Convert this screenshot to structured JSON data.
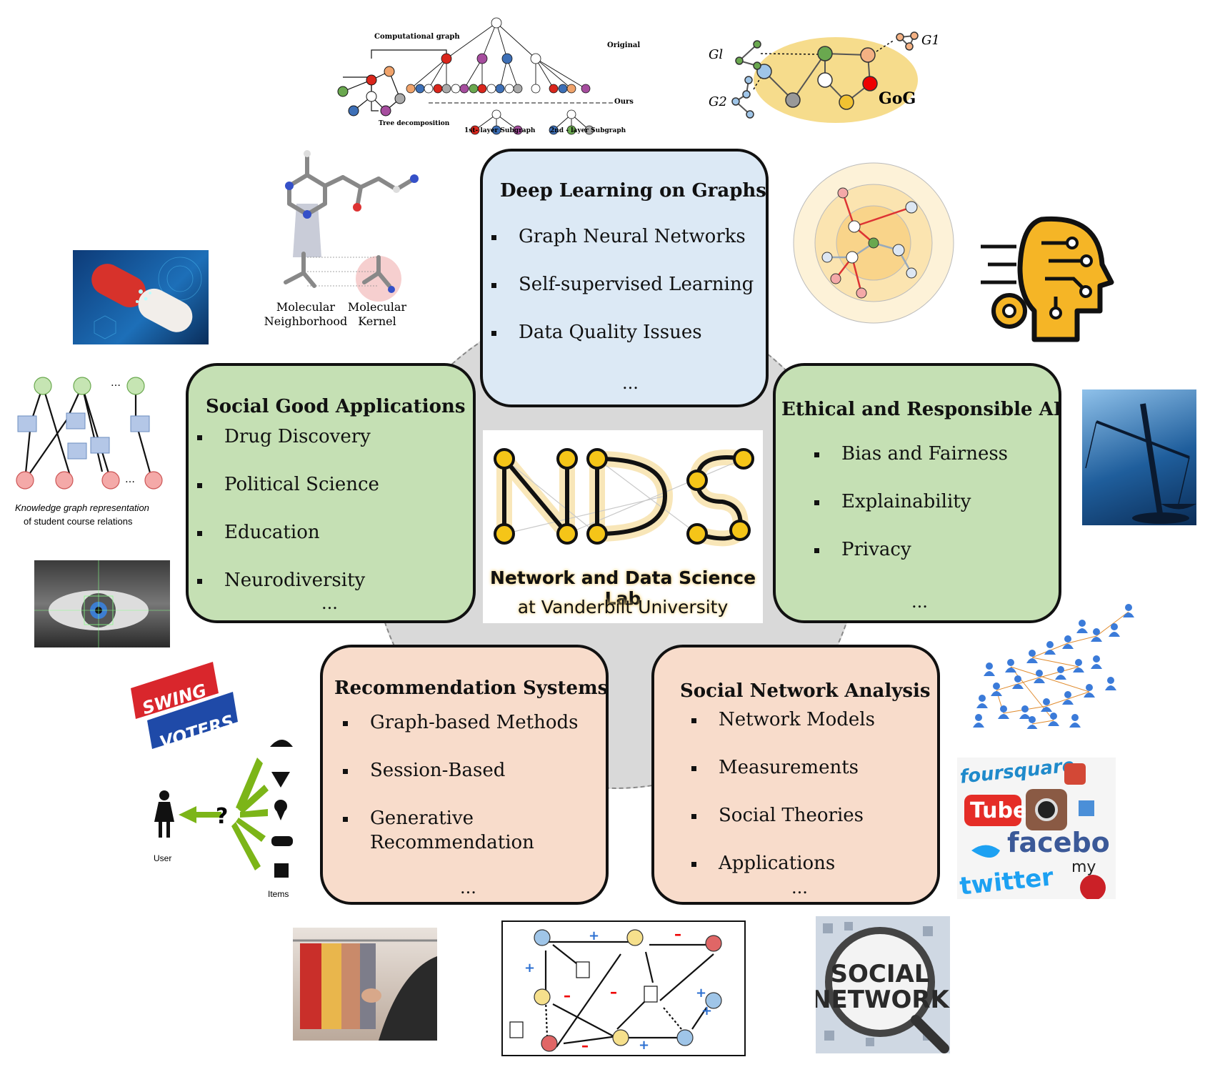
{
  "logo": {
    "letters": "NDS",
    "line1": "Network and Data Science Lab",
    "line2": "at Vanderbilt University"
  },
  "cards": {
    "deep": {
      "title": "Deep Learning on Graphs",
      "items": [
        "Graph Neural Networks",
        "Self-supervised Learning",
        "Data Quality Issues"
      ],
      "more": "..."
    },
    "social_good": {
      "title": "Social Good Applications",
      "items": [
        "Drug Discovery",
        "Political Science",
        "Education",
        "Neurodiversity"
      ],
      "more": "..."
    },
    "ethical": {
      "title": "Ethical and Responsible AI",
      "items": [
        "Bias and Fairness",
        "Explainability",
        "Privacy"
      ],
      "more": "..."
    },
    "recsys": {
      "title": "Recommendation Systems",
      "items": [
        "Graph-based Methods",
        "Session-Based",
        "Generative",
        "Recommendation"
      ],
      "more": "..."
    },
    "sna": {
      "title": "Social Network Analysis",
      "items": [
        "Network Models",
        "Measurements",
        "Social Theories",
        "Applications"
      ],
      "more": "..."
    }
  },
  "figures": {
    "comp_graph": {
      "label_top": "Computational graph",
      "label_original": "Original",
      "label_ours": "Ours",
      "label_tree": "Tree decomposition",
      "label_l1": "1st- layer Subgraph",
      "label_l2": "2nd - layer Subgraph"
    },
    "gog": {
      "label": "GoG",
      "g1": "G1",
      "gl": "Gl",
      "g2": "G2"
    },
    "molecule": {
      "label1a": "Molecular",
      "label1b": "Neighborhood",
      "label2a": "Molecular",
      "label2b": "Kernel"
    },
    "kg": {
      "caption1": "Knowledge graph representation",
      "caption2": "of student course relations"
    },
    "swing": {
      "line1": "SWING",
      "line2": "VOTERS"
    },
    "recommend": {
      "user": "User",
      "items": "Items",
      "question": "?"
    },
    "social_network": {
      "line1": "SOCIAL",
      "line2": "NETWORK"
    },
    "social_media": {
      "words": [
        "foursquare",
        "Tube",
        "facebo",
        "twitter",
        "my"
      ]
    }
  },
  "colors": {
    "blue_card": "#dce9f5",
    "green_card": "#c5e0b4",
    "peach_card": "#f8dccb",
    "logo_yellow": "#f5c518"
  }
}
